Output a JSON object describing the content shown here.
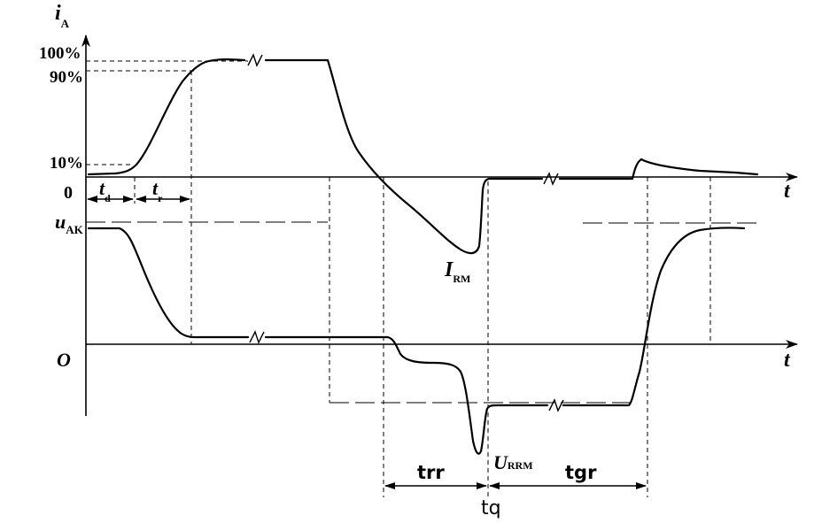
{
  "current_axis": {
    "label": "i",
    "label_subscript": "A",
    "time_label": "t",
    "origin_label": "0",
    "levels": [
      "100%",
      "90%",
      "10%"
    ]
  },
  "voltage_axis": {
    "label": "u",
    "label_subscript": "AK",
    "time_label": "t",
    "origin_label": "O"
  },
  "turn_on_intervals": [
    {
      "label": "t",
      "subscript": "d"
    },
    {
      "label": "t",
      "subscript": "r"
    }
  ],
  "reverse_recovery": {
    "peak_current": {
      "label": "I",
      "subscript": "RM"
    },
    "peak_voltage": {
      "label": "U",
      "subscript": "RRM"
    }
  },
  "intervals": {
    "trr": "trr",
    "tgr": "tgr",
    "tq": "tq"
  }
}
